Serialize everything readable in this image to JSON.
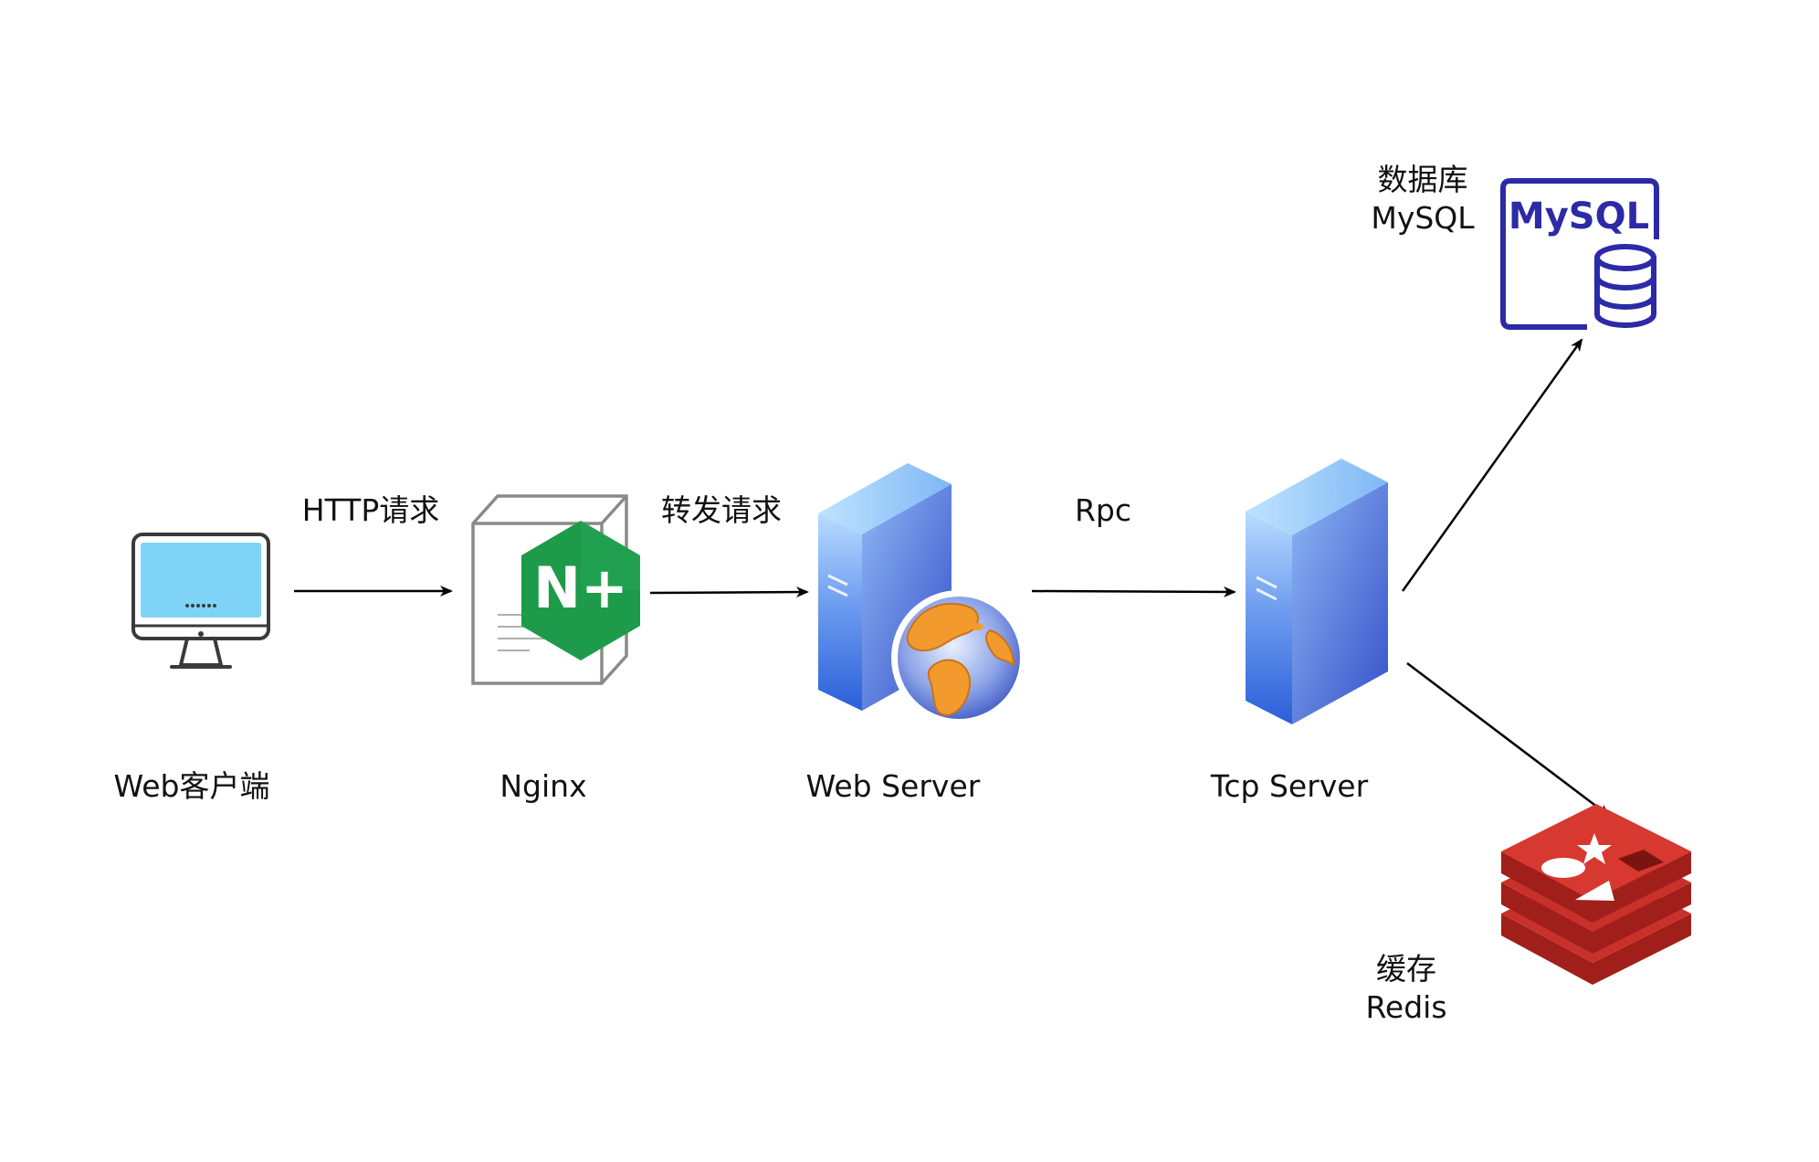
{
  "nodes": {
    "client": {
      "label": "Web客户端",
      "icon": "desktop-monitor-icon"
    },
    "nginx": {
      "label": "Nginx",
      "icon": "nginx-plus-icon",
      "logo_text": "N+"
    },
    "web_server": {
      "label": "Web Server",
      "icon": "web-server-globe-icon"
    },
    "tcp_server": {
      "label": "Tcp Server",
      "icon": "server-tower-icon"
    },
    "mysql": {
      "label_cn": "数据库",
      "label_en": "MySQL",
      "icon": "mysql-database-icon",
      "logo_text": "MySQL"
    },
    "redis": {
      "label_cn": "缓存",
      "label_en": "Redis",
      "icon": "redis-cache-icon"
    }
  },
  "edges": {
    "client_to_nginx": "HTTP请求",
    "nginx_to_web": "转发请求",
    "web_to_tcp": "Rpc",
    "tcp_to_mysql": "",
    "tcp_to_redis": ""
  },
  "colors": {
    "monitor_screen": "#7fd3f7",
    "nginx_green": "#1e9a4b",
    "server_blue": "#4f7fe6",
    "server_light": "#9fd0ff",
    "globe_orange": "#f29a2e",
    "mysql_navy": "#2c2aa6",
    "redis_red": "#c8312a"
  }
}
